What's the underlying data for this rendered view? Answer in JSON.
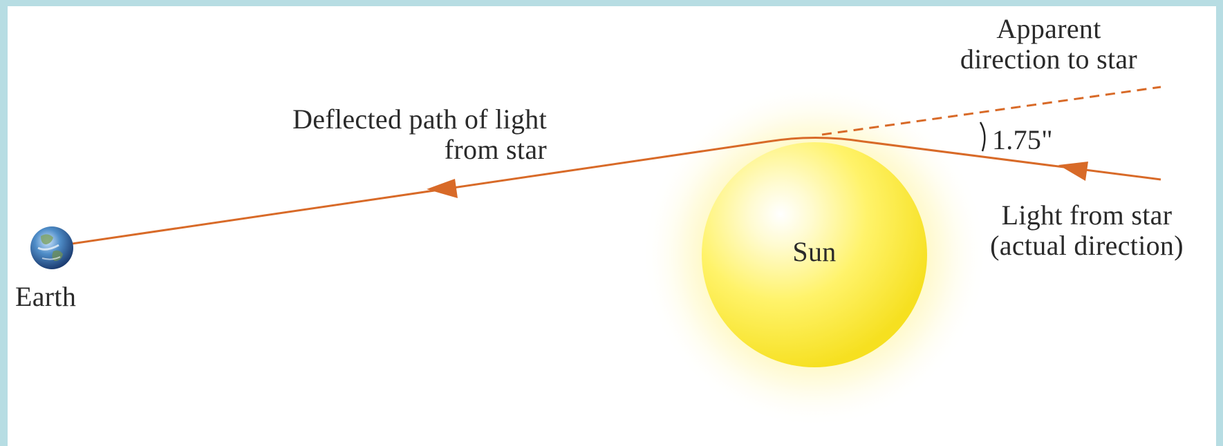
{
  "labels": {
    "apparent_line1": "Apparent",
    "apparent_line2": "direction to star",
    "deflected_line1": "Deflected path of light",
    "deflected_line2": "from star",
    "angle": "1.75\"",
    "light_line1": "Light from star",
    "light_line2": "(actual direction)",
    "sun": "Sun",
    "earth": "Earth"
  },
  "colors": {
    "light_path": "#d86a28",
    "sun_core": "#fff06a",
    "sun_glow": "#fff7b0",
    "frame": "#b7dde3"
  },
  "icons": {
    "earth": "earth-globe-icon",
    "sun": "sun-icon"
  }
}
